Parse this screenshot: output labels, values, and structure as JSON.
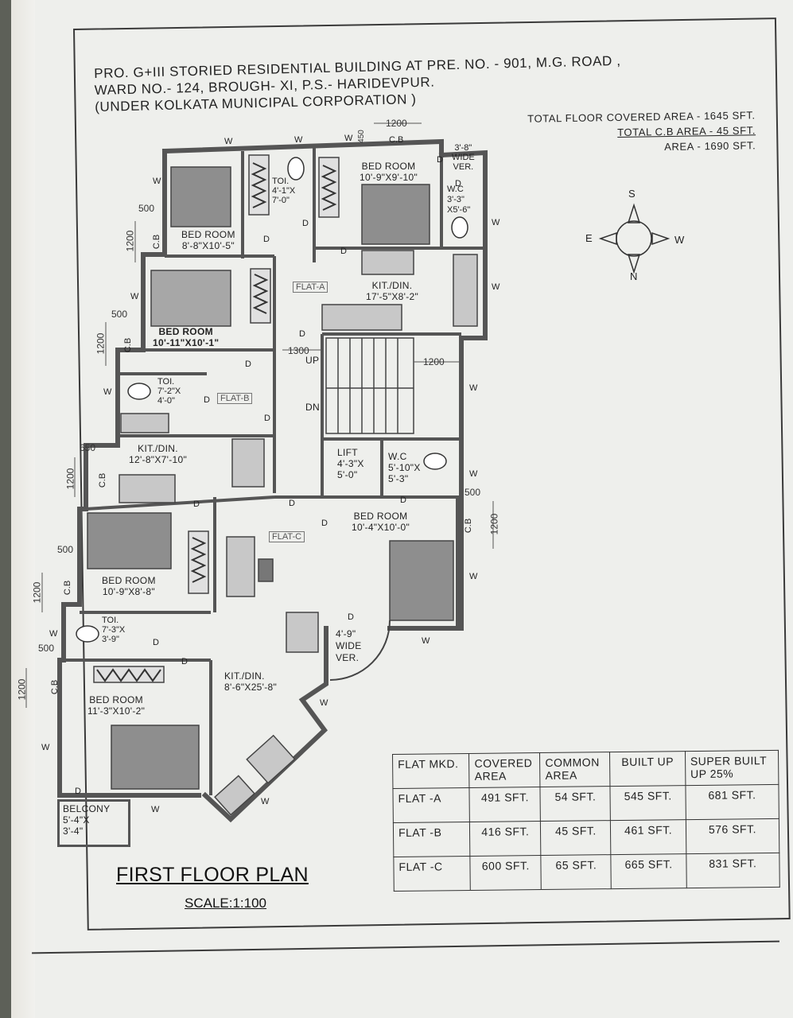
{
  "title": {
    "line1": "PRO. G+III STORIED RESIDENTIAL BUILDING AT PRE. NO. - 901, M.G. ROAD ,",
    "line2": "WARD NO.- 124, BROUGH- XI, P.S.- HARIDEVPUR.",
    "line3": "(UNDER KOLKATA MUNICIPAL CORPORATION )"
  },
  "areas": {
    "total_floor": "TOTAL FLOOR COVERED AREA - 1645 SFT.",
    "total_cb": "TOTAL C.B  AREA -      45 SFT.",
    "area": "AREA - 1690 SFT."
  },
  "compass": {
    "s": "S",
    "n": "N",
    "e": "E",
    "w": "W"
  },
  "flat_tags": {
    "a": "FLAT-A",
    "b": "FLAT-B",
    "c": "FLAT-C"
  },
  "rooms": {
    "a_bed1": {
      "name": "BED ROOM",
      "size": "8'-8\"X10'-5\""
    },
    "a_toi": {
      "name": "TOI.",
      "size1": "4'-1\"X",
      "size2": "7'-0\""
    },
    "a_bed2": {
      "name": "BED ROOM",
      "size": "10'-9\"X9'-10\""
    },
    "a_wc": {
      "name": "W.C",
      "size1": "3'-3\"",
      "size2": "X5'-6\""
    },
    "a_ver": {
      "l1": "3'-8\"",
      "l2": "WIDE",
      "l3": "VER."
    },
    "a_kit": {
      "name": "KIT./DIN.",
      "size": "17'-5\"X8'-2\""
    },
    "b_bed1": {
      "name": "BED ROOM",
      "size": "10'-11\"X10'-1\""
    },
    "b_toi": {
      "name": "TOI.",
      "size1": "7'-2\"X",
      "size2": "4'-0\""
    },
    "b_kit": {
      "name": "KIT./DIN.",
      "size": "12'-8\"X7'-10\""
    },
    "b_bed2": {
      "name": "BED ROOM",
      "size": "10'-9\"X8'-8\""
    },
    "b_toi2": {
      "name": "TOI.",
      "size1": "7'-3\"X",
      "size2": "3'-9\""
    },
    "b_bed3": {
      "name": "BED ROOM",
      "size": "11'-3\"X10'-2\""
    },
    "b_belcony": {
      "name": "BELCONY",
      "size1": "5'-4\"X",
      "size2": "3'-4\""
    },
    "lift": {
      "name": "LIFT",
      "size1": "4'-3\"X",
      "size2": "5'-0\""
    },
    "c_wc": {
      "name": "W.C",
      "size1": "5'-10\"X",
      "size2": "5'-3\""
    },
    "c_bed": {
      "name": "BED ROOM",
      "size": "10'-4\"X10'-0\""
    },
    "c_ver": {
      "l1": "4'-9\"",
      "l2": "WIDE",
      "l3": "VER."
    },
    "c_kit": {
      "name": "KIT./DIN.",
      "size": "8'-6\"X25'-8\""
    }
  },
  "marks": {
    "cb": "C.B",
    "w": "W",
    "d": "D",
    "up": "UP",
    "dn": "DN"
  },
  "dims": {
    "d1200": "1200",
    "d500": "500",
    "d650": "650",
    "d1300": "1300",
    "d450": "450"
  },
  "table": {
    "headers": [
      "FLAT MKD.",
      "COVERED AREA",
      "COMMON AREA",
      "BUILT UP",
      "SUPER BUILT UP 25%"
    ],
    "rows": [
      [
        "FLAT -A",
        "491 SFT.",
        "54 SFT.",
        "545 SFT.",
        "681 SFT."
      ],
      [
        "FLAT -B",
        "416 SFT.",
        "45 SFT.",
        "461 SFT.",
        "576 SFT."
      ],
      [
        "FLAT -C",
        "600 SFT.",
        "65 SFT.",
        "665 SFT.",
        "831 SFT."
      ]
    ]
  },
  "plan_title": "FIRST FLOOR PLAN",
  "scale": "SCALE:1:100"
}
